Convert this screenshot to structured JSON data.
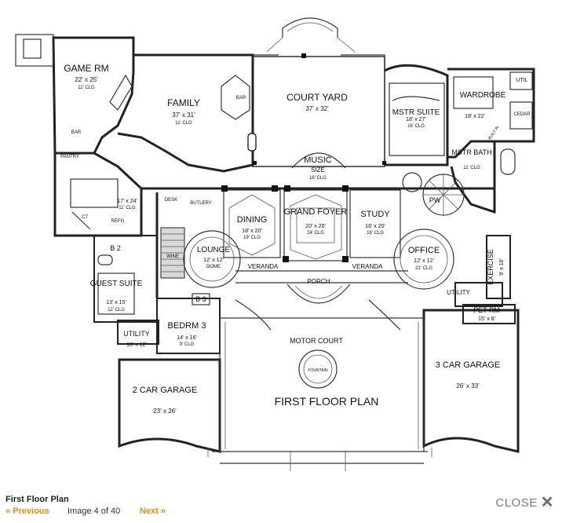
{
  "plan": {
    "title": "FIRST FLOOR PLAN",
    "rooms": [
      {
        "name": "GAME RM",
        "size": "22' x 25'",
        "clg": "11' CLG"
      },
      {
        "name": "FAMILY",
        "size": "37' x 31'",
        "clg": "11' CLG"
      },
      {
        "name": "COURT YARD",
        "size": "37' x 32'"
      },
      {
        "name": "MSTR SUITE",
        "size": "18' x 27'",
        "clg": "16' CLG"
      },
      {
        "name": "WARDROBE",
        "size": "18' x 22'"
      },
      {
        "name": "MUSIC",
        "size": "SIZE",
        "clg": "18' CLG"
      },
      {
        "name": "MSTR BATH",
        "clg": "11' CLG"
      },
      {
        "name": "DINING",
        "size": "18' x 20'",
        "clg": "19' CLG"
      },
      {
        "name": "GRAND FOYER",
        "size": "20' x 20'",
        "clg": "24' CLG"
      },
      {
        "name": "STUDY",
        "size": "16' x 20'",
        "clg": "18' CLG"
      },
      {
        "name": "LOUNGE",
        "size": "12' x 12'",
        "clg": "DOME"
      },
      {
        "name": "OFFICE",
        "size": "12' x 12'",
        "clg": "22' CLG"
      },
      {
        "name": "GUEST SUITE",
        "size": "13' x 15'",
        "clg": "12' CLG"
      },
      {
        "name": "BEDRM 3",
        "size": "14' x 16'",
        "clg": "9' CLG"
      },
      {
        "name": "UTILITY",
        "size": "18' x 12'"
      },
      {
        "name": "EXERCISE",
        "size": "9' x 16'"
      },
      {
        "name": "PET RM",
        "size": "15' x 8'"
      },
      {
        "name": "2 CAR GARAGE",
        "size": "23' x 26'"
      },
      {
        "name": "3 CAR GARAGE",
        "size": "26' x 33'"
      },
      {
        "name": "MOTOR COURT"
      }
    ],
    "small_labels": {
      "bar1": "BAR",
      "bar2": "BAR",
      "pantry": "PANTRY",
      "desk": "DESK",
      "butlery": "BUTLERY",
      "wine": "WINE",
      "refg": "REFG",
      "kitchen_size": "17' x 24'",
      "kitchen_clg": "11' CLG",
      "veranda_left": "VERANDA",
      "veranda_right": "VERANDA",
      "porch": "PORCH",
      "fountain": "FOUNTAIN",
      "b2": "B 2",
      "b3": "B 3",
      "pw": "PW",
      "util": "UTIL",
      "cedar": "CEDAR",
      "built_in": "BUILT IN",
      "utility_right": "UTILITY",
      "ct": "CT"
    }
  },
  "caption": {
    "title": "First Floor Plan",
    "previous": "« Previous",
    "counter": "Image 4 of 40",
    "next": "Next »",
    "close": "CLOSE"
  },
  "colors": {
    "nav_link": "#e28b1e",
    "close": "#7a7a7a"
  },
  "icons": {
    "close": "close-x-icon"
  }
}
